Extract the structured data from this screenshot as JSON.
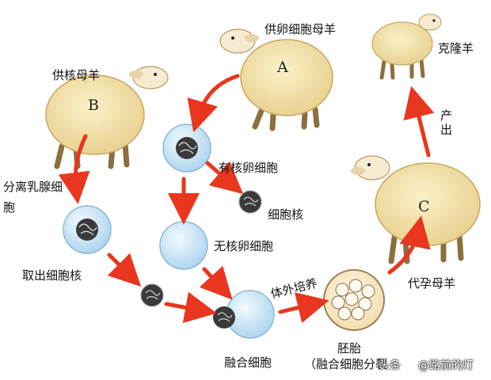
{
  "labels": {
    "egg_donor": "供卵细胞母羊",
    "nucleus_donor": "供核母羊",
    "cloned_sheep": "克隆羊",
    "birth": "产出",
    "isolate_cells": "分离乳腺细胞",
    "nucleated_egg": "有核卵细胞",
    "nucleus": "细胞核",
    "enucleated_egg": "无核卵细胞",
    "extract_nucleus": "取出细胞核",
    "in_vitro_culture": "体外培养",
    "surrogate": "代孕母羊",
    "fused_cell": "融合细胞",
    "embryo": "胚胎",
    "embryo_note": "（融合细胞分裂"
  },
  "letters": {
    "a": "A",
    "b": "B",
    "c": "C"
  },
  "watermark": {
    "platform": "头条",
    "account": "@路前的灯"
  },
  "colors": {
    "arrow": "#e8361f",
    "fleece": "#f2dfa6",
    "cell": "#cfe6f5",
    "nucleus": "#3a3a3a"
  }
}
